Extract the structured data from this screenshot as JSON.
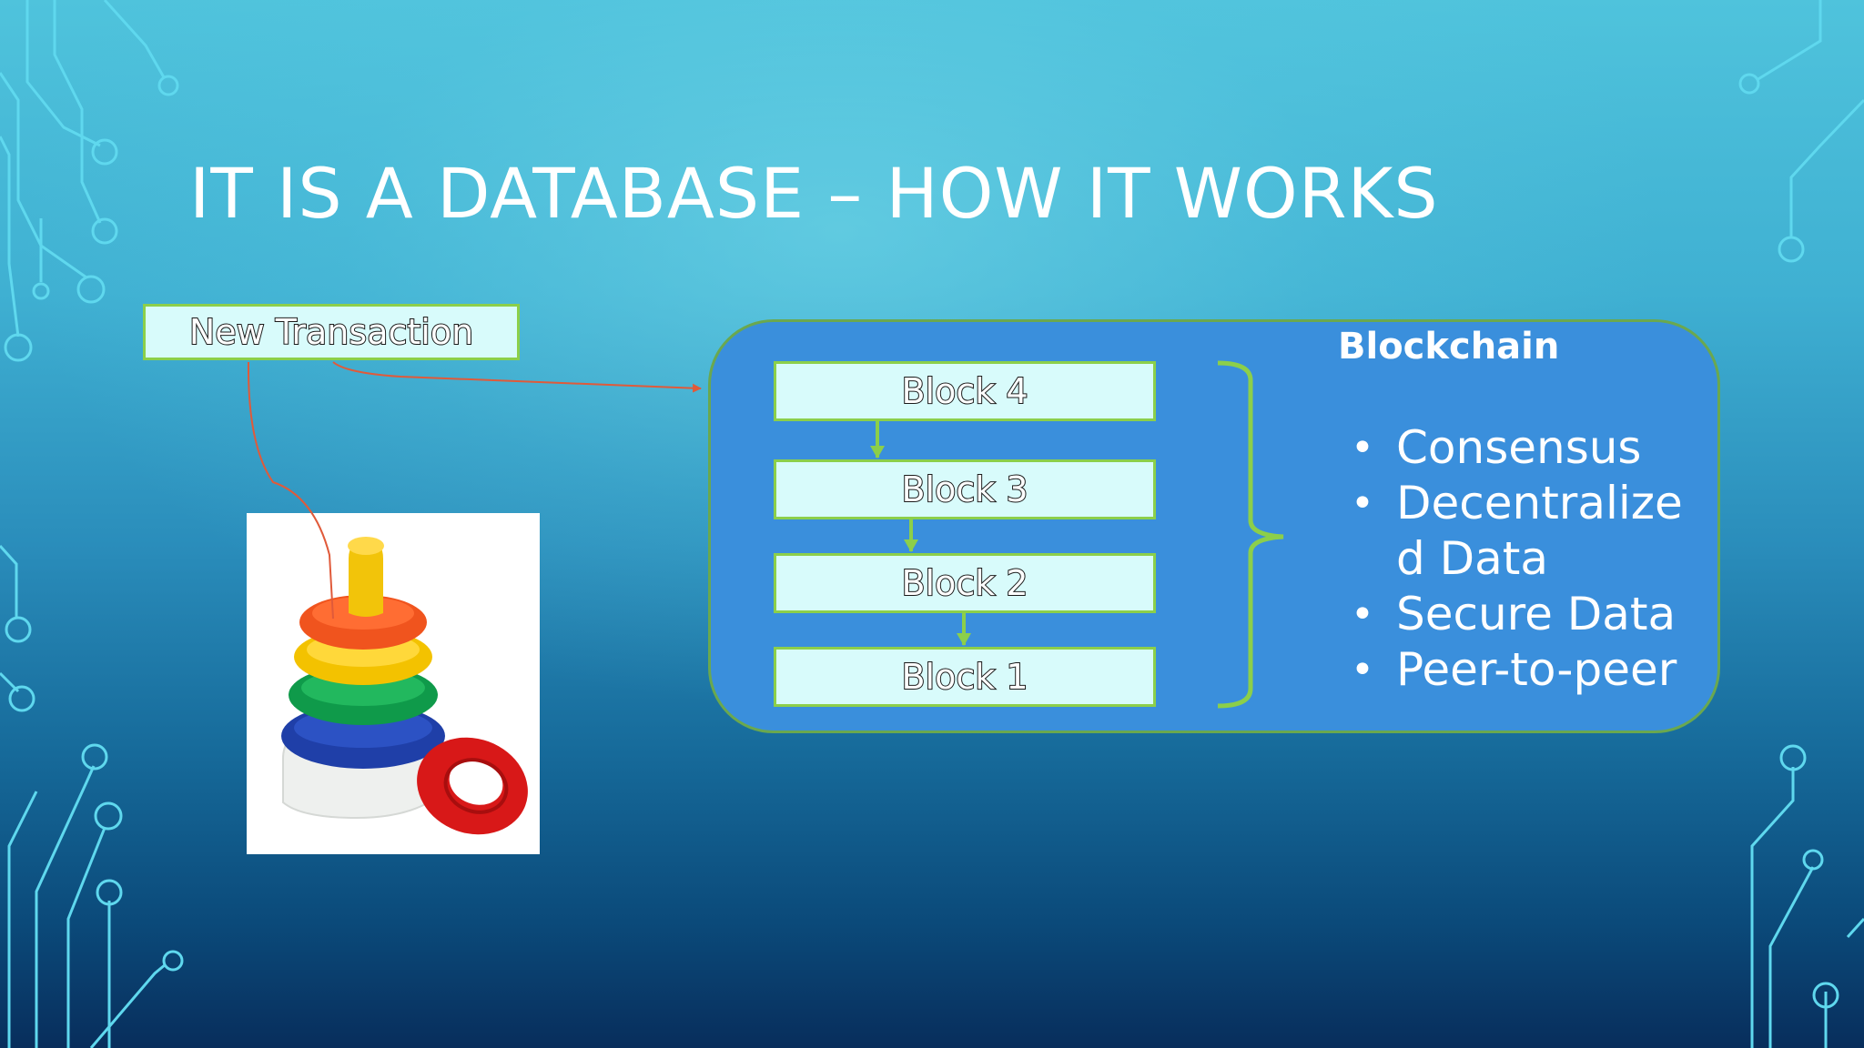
{
  "slide": {
    "title": "IT IS A DATABASE – HOW IT WORKS"
  },
  "diagram": {
    "new_transaction_label": "New Transaction",
    "blocks": [
      "Block 4",
      "Block 3",
      "Block 2",
      "Block 1"
    ],
    "panel_title": "Blockchain",
    "features": [
      "Consensus",
      "Decentralized Data",
      "Secure Data",
      "Peer-to-peer"
    ]
  },
  "image": {
    "subject": "stacking-rings-toy"
  },
  "colors": {
    "block_fill": "#d8fbfb",
    "block_border": "#8ccf4a",
    "panel_fill": "#3a8fdc",
    "panel_border": "#6aa84f",
    "connector_red": "#e05a3a",
    "arrow_green": "#8ccf4a",
    "circuit_line": "#5fd8ee"
  }
}
